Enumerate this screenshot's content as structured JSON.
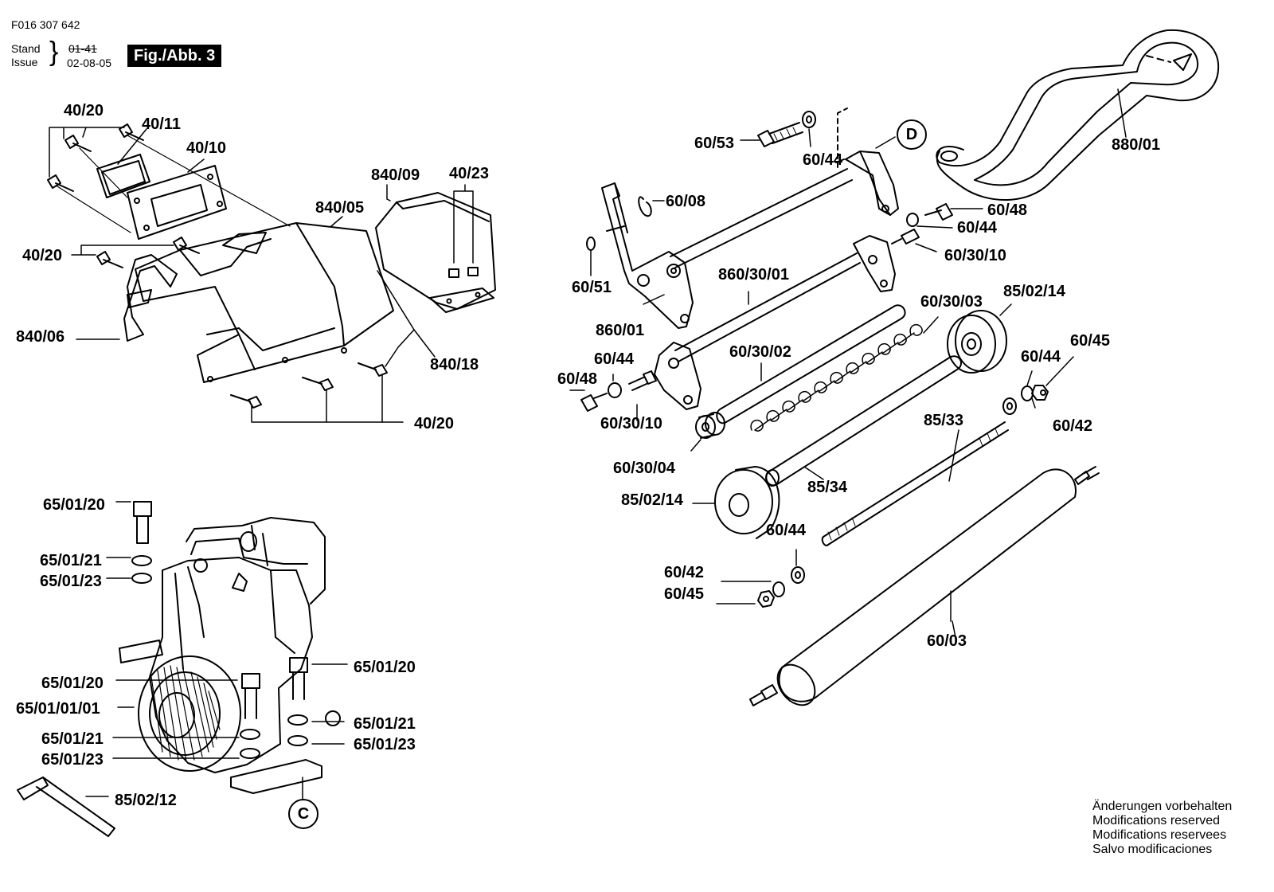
{
  "header": {
    "doc_number": "F016 307 642",
    "stand": "Stand",
    "issue": "Issue",
    "old_date": "01-41",
    "date": "02-08-05",
    "figure": "Fig./Abb. 3"
  },
  "callouts": {
    "C": "C",
    "D": "D"
  },
  "parts": [
    "40/20",
    "40/11",
    "40/10",
    "40/23",
    "840/09",
    "840/05",
    "40/20",
    "840/06",
    "840/18",
    "40/20",
    "60/53",
    "60/44",
    "880/01",
    "60/08",
    "60/48",
    "60/44",
    "60/30/10",
    "60/51",
    "860/30/01",
    "860/01",
    "60/30/03",
    "85/02/14",
    "60/44",
    "60/45",
    "60/30/02",
    "60/44",
    "60/48",
    "60/30/10",
    "60/30/04",
    "85/33",
    "60/42",
    "85/02/14",
    "85/34",
    "60/44",
    "60/42",
    "60/45",
    "60/03",
    "65/01/20",
    "65/01/21",
    "65/01/23",
    "65/01/20",
    "65/01/20",
    "65/01/01/01",
    "65/01/21",
    "65/01/21",
    "65/01/23",
    "65/01/23",
    "85/02/12"
  ],
  "footer": {
    "notes": [
      "Änderungen vorbehalten",
      "Modifications reserved",
      "Modifications reservees",
      "Salvo modificaciones"
    ]
  }
}
